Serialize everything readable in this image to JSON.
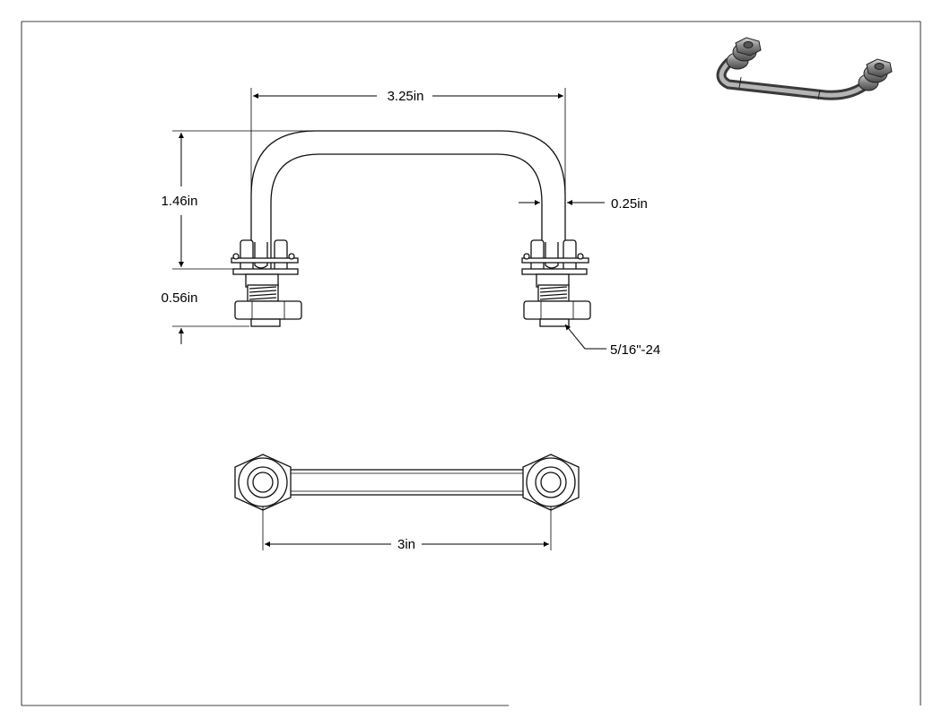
{
  "dimensions": {
    "width": "3.25in",
    "height": "1.46in",
    "rod_diameter": "0.25in",
    "stud_length": "0.56in",
    "thread": "5/16\"-24",
    "hole_spacing": "3in"
  }
}
